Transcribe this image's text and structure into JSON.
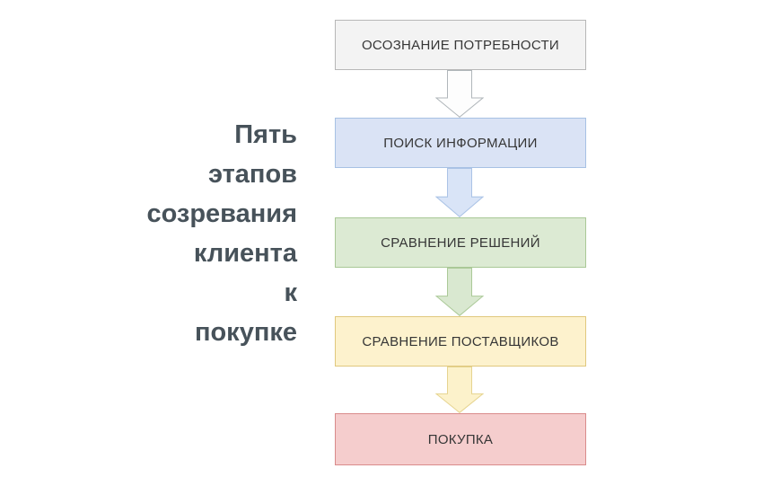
{
  "title": {
    "text": "Пять этапов созревания клиента к покупке",
    "lines": [
      "Пять",
      "этапов",
      "созревания",
      "клиента",
      "к",
      "покупке"
    ],
    "color": "#47525a"
  },
  "stages": [
    {
      "label": "ОСОЗНАНИЕ ПОТРЕБНОСТИ",
      "fill": "#f3f3f3",
      "border": "#b7b7b7"
    },
    {
      "label": "ПОИСК ИНФОРМАЦИИ",
      "fill": "#dae3f5",
      "border": "#a7c1e4"
    },
    {
      "label": "СРАВНЕНИЕ РЕШЕНИЙ",
      "fill": "#dcead3",
      "border": "#a9c896"
    },
    {
      "label": "СРАВНЕНИЕ ПОСТАВЩИКОВ",
      "fill": "#fdf2cd",
      "border": "#e0c87e"
    },
    {
      "label": "ПОКУПКА",
      "fill": "#f5cdcd",
      "border": "#d98b8b"
    }
  ],
  "arrows": [
    {
      "fill": "#fdfdfd",
      "border": "#b0b6ba"
    },
    {
      "fill": "#d9e4f7",
      "border": "#abc3e6"
    },
    {
      "fill": "#d9e8d0",
      "border": "#abc998"
    },
    {
      "fill": "#fcf2cb",
      "border": "#e6d490"
    }
  ]
}
